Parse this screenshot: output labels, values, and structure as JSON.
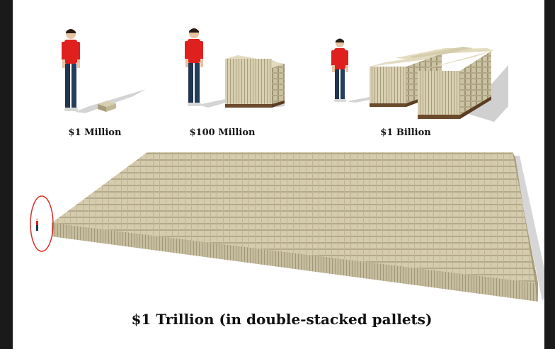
{
  "captions": {
    "million": "$1 Million",
    "hundred_million": "$100 Million",
    "billion": "$1 Billion",
    "trillion": "$1 Trillion (in double-stacked pallets)"
  },
  "colors": {
    "page_background": "#1a1a1a",
    "canvas_background": "#ffffff",
    "shirt": "#e0201e",
    "pants": "#1f3550",
    "money": "#d8cfb0",
    "money_dark": "#a69c7c",
    "pallet": "#6b4a2b",
    "highlight_circle": "#d9302c"
  },
  "icons": [
    "person-figure",
    "money-stack",
    "money-pallet",
    "highlight-circle"
  ]
}
